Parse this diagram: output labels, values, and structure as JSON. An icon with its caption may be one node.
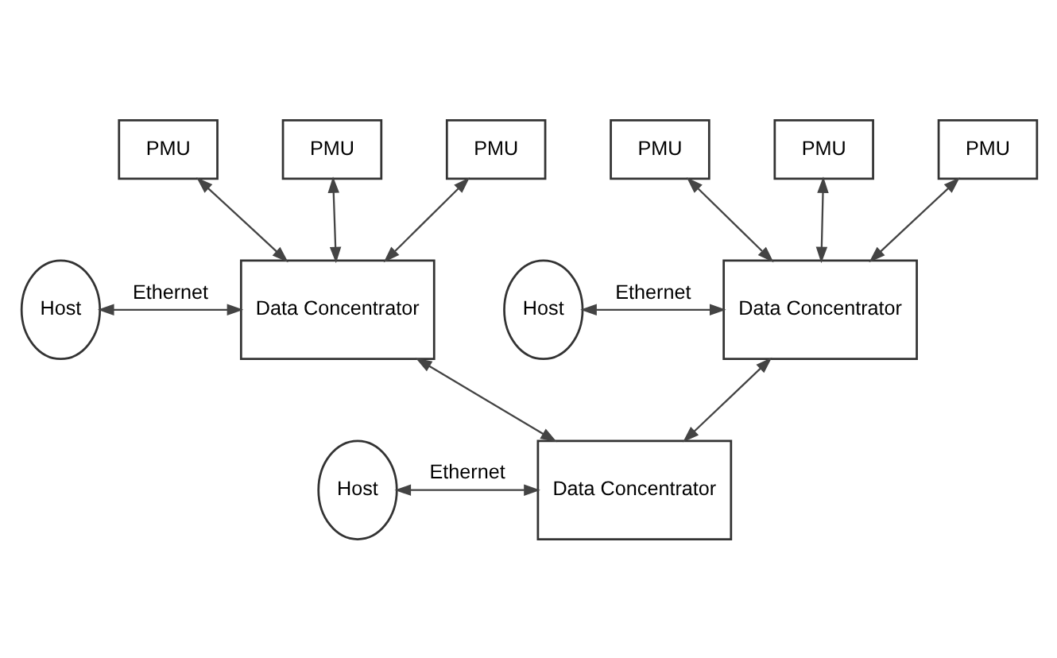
{
  "diagram": {
    "nodes": [
      {
        "text": [
          "PMU"
        ]
      },
      {
        "text": [
          "PMU"
        ]
      },
      {
        "text": [
          "PMU"
        ]
      },
      {
        "text": [
          "Host"
        ]
      },
      {
        "text": [
          "Data Concentrator"
        ]
      },
      {
        "text": [
          "PMU"
        ]
      },
      {
        "text": [
          "PMU"
        ]
      },
      {
        "text": [
          "PMU"
        ]
      },
      {
        "text": [
          "Host"
        ]
      },
      {
        "text": [
          "Data Concentrator"
        ]
      },
      {
        "text": [
          "Host"
        ]
      },
      {
        "text": [
          "Data Concentrator"
        ]
      }
    ],
    "edges": [
      {
        "from": 0,
        "to": 4,
        "arrow": "both"
      },
      {
        "from": 1,
        "to": 4,
        "arrow": "both"
      },
      {
        "from": 2,
        "to": 4,
        "arrow": "both"
      },
      {
        "from": 3,
        "to": 4,
        "arrow": "both",
        "label": "Ethernet"
      },
      {
        "from": 5,
        "to": 9,
        "arrow": "both"
      },
      {
        "from": 6,
        "to": 9,
        "arrow": "both"
      },
      {
        "from": 7,
        "to": 9,
        "arrow": "both"
      },
      {
        "from": 8,
        "to": 9,
        "arrow": "both",
        "label": "Ethernet"
      },
      {
        "from": 4,
        "to": 11,
        "arrow": "both"
      },
      {
        "from": 9,
        "to": 11,
        "arrow": "both"
      },
      {
        "from": 10,
        "to": 11,
        "arrow": "both",
        "label": "Ethernet"
      }
    ]
  }
}
